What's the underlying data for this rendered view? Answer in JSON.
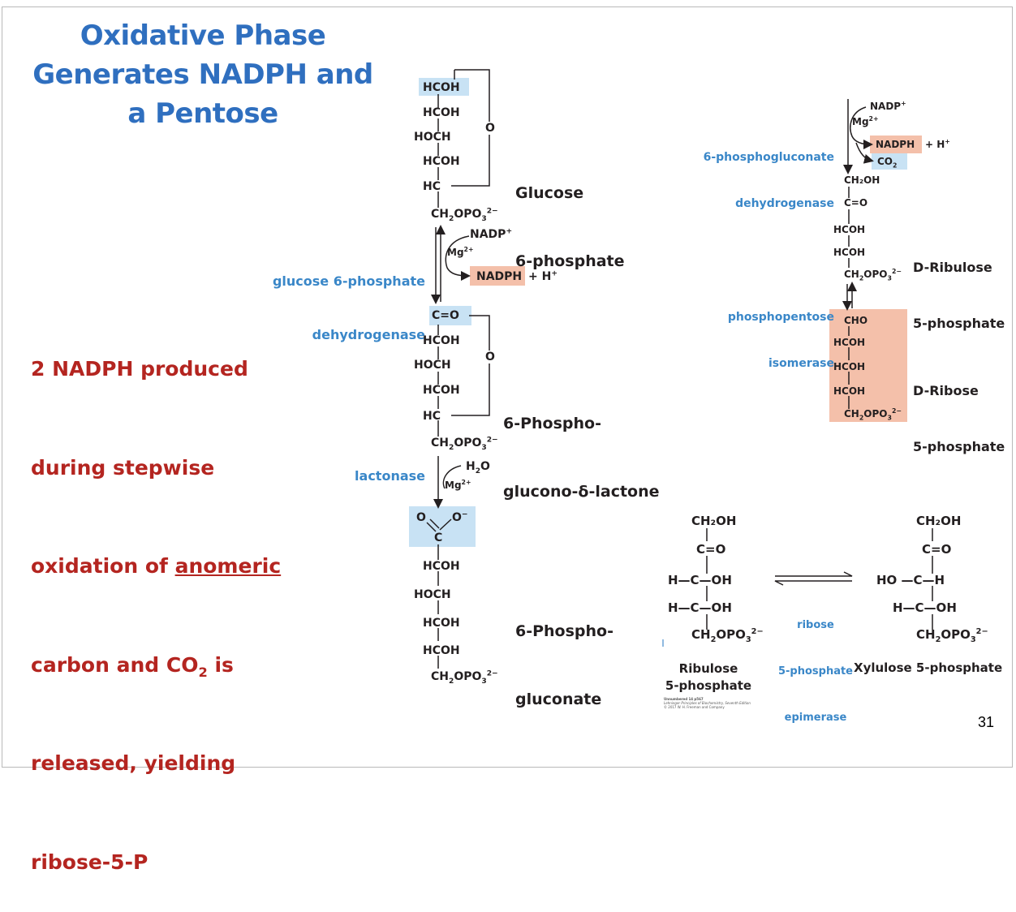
{
  "title": {
    "line1": "Oxidative Phase",
    "line2": "Generates NADPH and",
    "line3": "a Pentose"
  },
  "note": {
    "l1": "2 NADPH produced",
    "l2": "during stepwise",
    "l3a": "oxidation of ",
    "l3b": "anomeric",
    "l4a": "carbon and CO",
    "l4sub": "2",
    "l4b": " is",
    "l5": "released, yielding",
    "l6": "ribose-5-P"
  },
  "glucose6p": {
    "atoms": [
      "HCOH",
      "HCOH",
      "HOCH",
      "HCOH",
      "HC"
    ],
    "ring_o": "O",
    "ch2": "CH",
    "ch2sub": "2",
    "opo": "OPO",
    "opo_sub": "3",
    "opo_sup": "2−",
    "name1": "Glucose",
    "name2": "6-phosphate"
  },
  "step1": {
    "enzyme1": "glucose 6-phosphate",
    "enzyme2": "dehydrogenase",
    "nadp": "NADP",
    "nadp_sup": "+",
    "mg": "Mg",
    "mg_sup": "2+",
    "nadph": "NADPH",
    "h": "+ H",
    "h_sup": "+"
  },
  "lactone": {
    "co": "C=O",
    "atoms": [
      "HCOH",
      "HOCH",
      "HCOH",
      "HC"
    ],
    "ring_o": "O",
    "name1": "6-Phospho-",
    "name2": "glucono-δ-lactone"
  },
  "step2": {
    "enzyme": "lactonase",
    "water": "H",
    "water_sub": "2",
    "water_o": "O",
    "mg": "Mg",
    "mg_sup": "2+"
  },
  "gluconate": {
    "o1": "O",
    "o2": "O",
    "o2_sup": "−",
    "c": "C",
    "atoms": [
      "HCOH",
      "HOCH",
      "HCOH",
      "HCOH"
    ],
    "name1": "6-Phospho-",
    "name2": "gluconate"
  },
  "step3": {
    "enzyme1": "6-phosphogluconate",
    "enzyme2": "dehydrogenase",
    "nadp": "NADP",
    "nadp_sup": "+",
    "mg": "Mg",
    "mg_sup": "2+",
    "nadph": "NADPH",
    "h": "+ H",
    "h_sup": "+",
    "co2": "CO",
    "co2_sub": "2"
  },
  "ribulose": {
    "ch2oh": "CH₂OH",
    "atoms": [
      "C=O",
      "HCOH",
      "HCOH"
    ],
    "name1": "D-Ribulose",
    "name2": "5-phosphate"
  },
  "step4": {
    "enzyme1": "phosphopentose",
    "enzyme2": "isomerase"
  },
  "ribose": {
    "atoms": [
      "CHO",
      "HCOH",
      "HCOH",
      "HCOH"
    ],
    "name1": "D-Ribose",
    "name2": "5-phosphate"
  },
  "epimerase": {
    "left": {
      "ch2oh": "CH₂OH",
      "co": "C=O",
      "r1": "H—C—OH",
      "r2": "H—C—OH",
      "name1": "Ribulose",
      "name2": "5-phosphate"
    },
    "right": {
      "ch2oh": "CH₂OH",
      "co": "C=O",
      "r1": "HO —C—H",
      "r2": "H—C—OH",
      "name": "Xylulose 5-phosphate"
    },
    "enzyme1": "ribose",
    "enzyme2": "5-phosphate",
    "enzyme3": "epimerase"
  },
  "credit": {
    "l1": "Unnumbered 14 p567",
    "l2": "Lehninger Principles of Biochemistry, Seventh Edition",
    "l3": "© 2017 W. H. Freeman and Company"
  },
  "page_number": "31"
}
